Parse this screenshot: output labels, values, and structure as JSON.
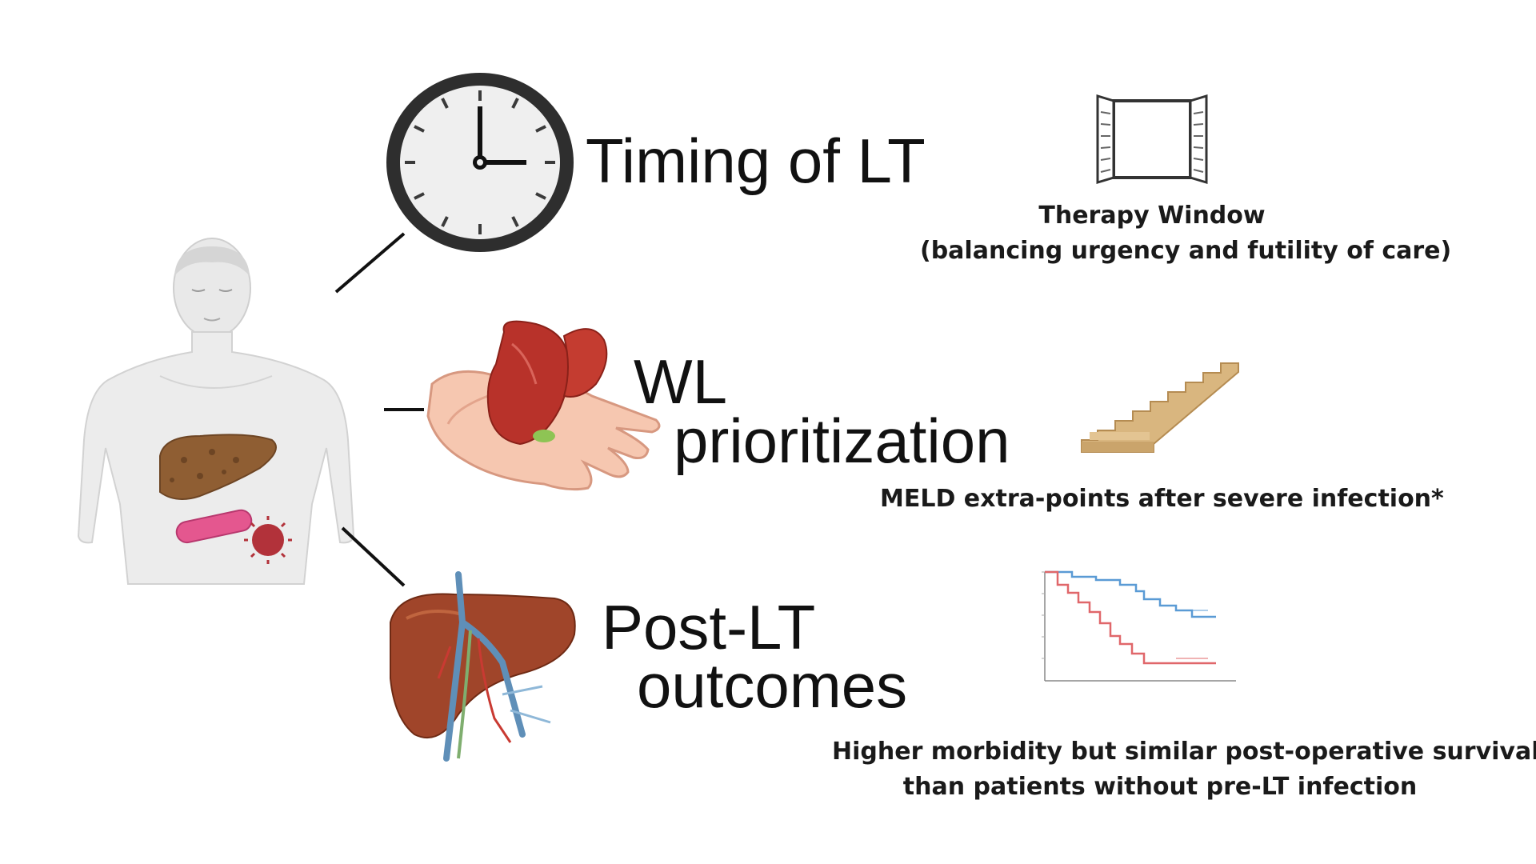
{
  "sections": [
    {
      "id": "timing",
      "title": "Timing of LT",
      "caption": [
        "Therapy Window",
        "(balancing urgency and futility of care)"
      ]
    },
    {
      "id": "wl",
      "title": [
        "WL",
        "prioritization"
      ],
      "caption": [
        "MELD extra-points after severe infection*"
      ]
    },
    {
      "id": "post",
      "title": [
        "Post-LT",
        "outcomes"
      ],
      "caption": [
        "Higher morbidity but similar post-operative survival",
        "than patients without pre-LT infection"
      ]
    }
  ],
  "icons": {
    "clock": "clock-icon",
    "window": "window-icon",
    "liver_in_hand": "liver-in-hand-icon",
    "stairs": "stairs-icon",
    "liver_vessels": "liver-with-vessels-icon",
    "survival": "survival-curve-icon",
    "patient": "patient-body-icon"
  },
  "colors": {
    "liver": "#b8322a",
    "skin": "#f6c7b0",
    "stairs": "#d9b67f",
    "curve_group1": "#5a9bd5",
    "curve_group2": "#e0676a"
  }
}
